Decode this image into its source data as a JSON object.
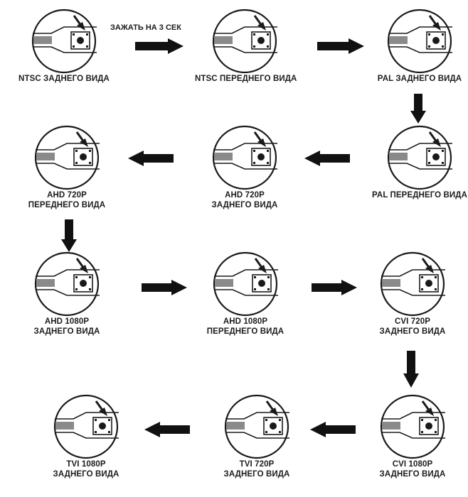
{
  "hint": "ЗАЖАТЬ НА 3 СЕК",
  "nodes": [
    {
      "line1": "NTSC ЗАДНЕГО ВИДА",
      "line2": ""
    },
    {
      "line1": "NTSC ПЕРЕДНЕГО ВИДА",
      "line2": ""
    },
    {
      "line1": "PAL ЗАДНЕГО ВИДА",
      "line2": ""
    },
    {
      "line1": "PAL ПЕРЕДНЕГО ВИДА",
      "line2": ""
    },
    {
      "line1": "AHD 720P",
      "line2": "ЗАДНЕГО ВИДА"
    },
    {
      "line1": "AHD 720P",
      "line2": "ПЕРЕДНЕГО ВИДА"
    },
    {
      "line1": "AHD 1080P",
      "line2": "ЗАДНЕГО ВИДА"
    },
    {
      "line1": "AHD 1080P",
      "line2": "ПЕРЕДНЕГО ВИДА"
    },
    {
      "line1": "CVI 720P",
      "line2": "ЗАДНЕГО ВИДА"
    },
    {
      "line1": "CVI 1080P",
      "line2": "ЗАДНЕГО ВИДА"
    },
    {
      "line1": "TVI 720P",
      "line2": "ЗАДНЕГО ВИДА"
    },
    {
      "line1": "TVI 1080P",
      "line2": "ЗАДНЕГО ВИДА"
    }
  ]
}
